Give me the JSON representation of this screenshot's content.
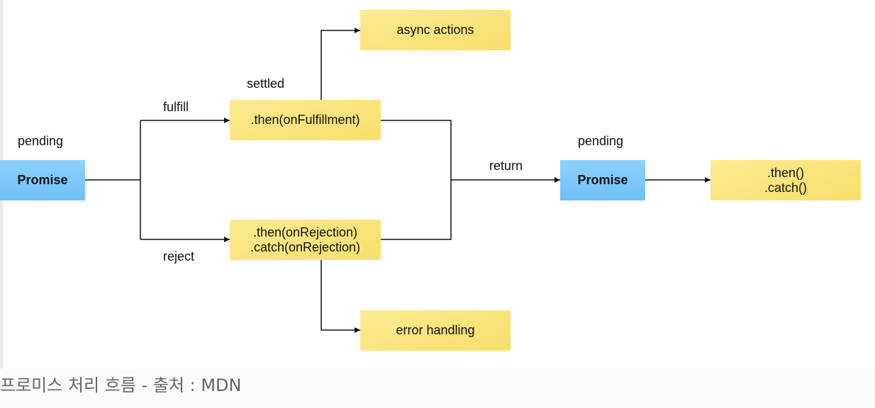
{
  "nodes": {
    "promise_start": "Promise",
    "then_fulfillment": ".then(onFulfillment)",
    "then_rejection": ".then(onRejection)",
    "catch_rejection": ".catch(onRejection)",
    "async_actions": "async actions",
    "error_handling": "error handling",
    "promise_end": "Promise",
    "then_chain": ".then()",
    "catch_chain": ".catch()"
  },
  "labels": {
    "pending_left": "pending",
    "pending_right": "pending",
    "settled": "settled",
    "fulfill": "fulfill",
    "reject": "reject",
    "return": "return"
  },
  "caption": "프로미스 처리 흐름 - 출처 : MDN",
  "colors": {
    "promise_box": "#7cc6f9",
    "handler_box": "#f9e37a",
    "line": "#111111"
  }
}
